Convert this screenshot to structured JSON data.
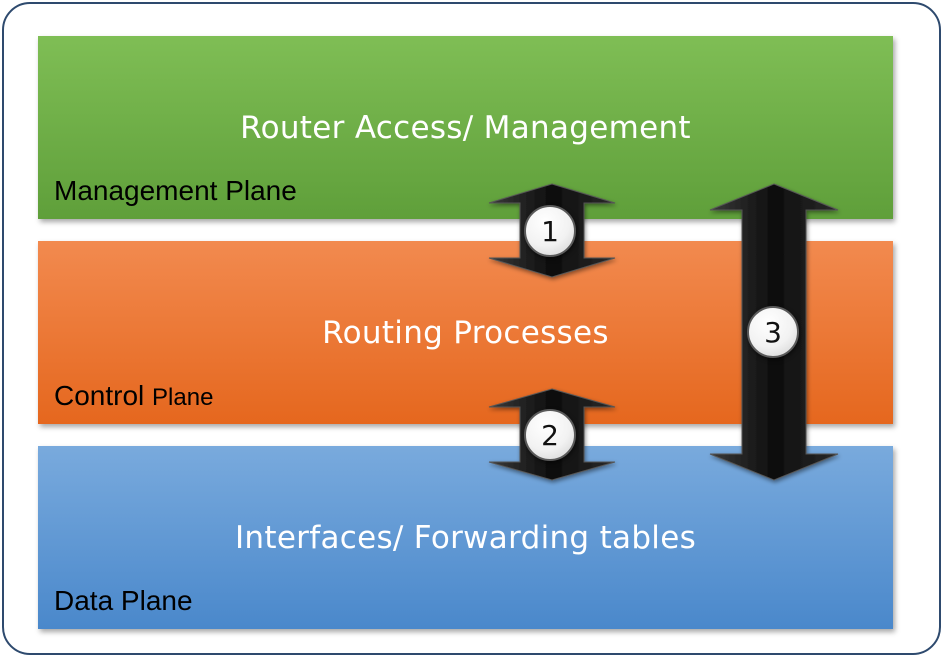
{
  "planes": {
    "management": {
      "title": "Router Access/ Management",
      "label": "Management  Plane",
      "label_small": ""
    },
    "control": {
      "title": "Routing Processes",
      "label": "Control ",
      "label_small": "Plane"
    },
    "data": {
      "title": "Interfaces/ Forwarding tables",
      "label": "Data Plane",
      "label_small": ""
    }
  },
  "arrows": [
    {
      "number": "1",
      "from": "management",
      "to": "control"
    },
    {
      "number": "2",
      "from": "control",
      "to": "data"
    },
    {
      "number": "3",
      "from": "management",
      "to": "data"
    }
  ],
  "colors": {
    "management": "#6aab44",
    "control": "#ec7430",
    "data": "#5b95d3",
    "arrow": "#1a1a1a",
    "frame": "#2e4a6e"
  }
}
